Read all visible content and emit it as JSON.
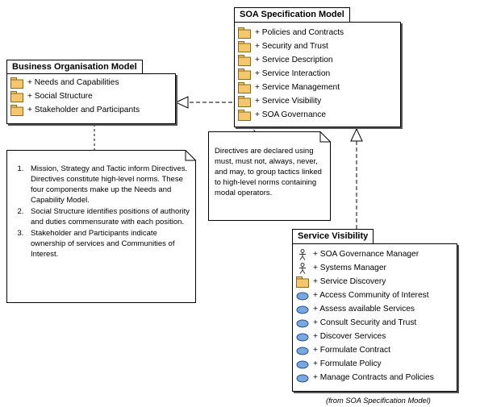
{
  "business_model": {
    "title": "Business Organisation Model",
    "items": [
      "+ Needs and Capabilities",
      "+ Social Structure",
      "+ Stakeholder and Participants"
    ]
  },
  "soa_model": {
    "title": "SOA Specification Model",
    "items": [
      "+ Policies and Contracts",
      "+ Security and Trust",
      "+ Service Description",
      "+ Service Interaction",
      "+ Service Management",
      "+ Service Visibility",
      "+ SOA Governance"
    ]
  },
  "service_visibility": {
    "title": "Service Visibility",
    "actors": [
      "+ SOA Governance Manager",
      "+ Systems Manager"
    ],
    "packages": [
      "+ Service Discovery"
    ],
    "use_cases": [
      "+ Access Community of Interest",
      "+ Assess available Services",
      "+ Consult Security and Trust",
      "+ Discover Services",
      "+ Formulate Contract",
      "+ Formulate Policy",
      "+ Manage Contracts and Policies"
    ],
    "caption": "(from SOA Specification Model)"
  },
  "note_left": {
    "items": [
      "Mission, Strategy and Tactic inform Directives.  Directives constitute high-level norms.  These four components make up the Needs and Capability Model.",
      "Social Structure identifies positions of authority and duties commensurate with each position.",
      "Stakeholder and Participants indicate ownership of services and Communities of Interest."
    ]
  },
  "note_right": {
    "text": "Directives are declared using must, must not, always, never, and may, to group tactics linked to high-level norms containing modal operators."
  },
  "colors": {
    "folder_fill": "#f4c76c",
    "folder_stroke": "#8a6a1e",
    "usecase_fill": "#7aa7dd",
    "usecase_stroke": "#1f4f8f"
  }
}
